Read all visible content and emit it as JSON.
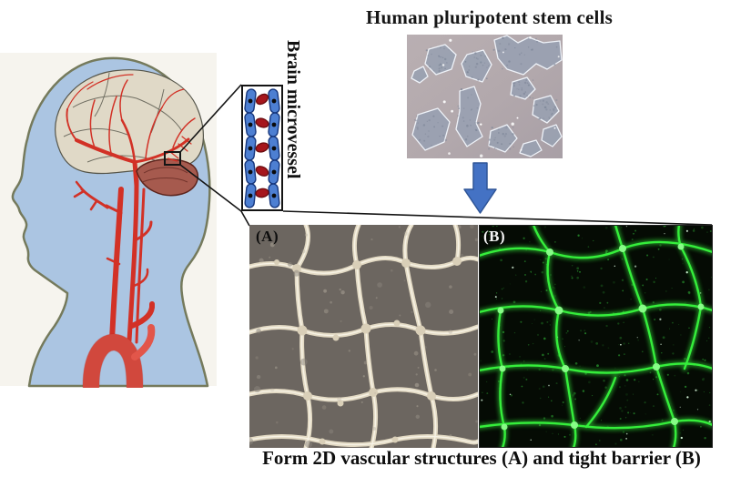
{
  "figure": {
    "title": "Human pluripotent stem cells",
    "inset_label": "Brain microvessel",
    "panels": {
      "a_label": "(A)",
      "b_label": "(B)"
    },
    "caption": "Form 2D vascular structures (A) and tight barrier (B)",
    "colors": {
      "arrow_blue": "#4472c4",
      "arrow_edge": "#2f5597",
      "endothelial_blue": "#4d7fd2",
      "rbc_red": "#a6161c",
      "junction_green": "#35ee3b",
      "artery_red": "#d23126"
    }
  }
}
